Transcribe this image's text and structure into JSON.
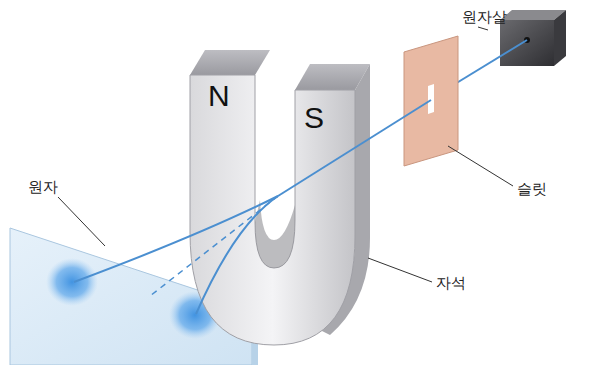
{
  "diagram": {
    "labels": [
      "원자살",
      "N",
      "S",
      "슬릿",
      "원자",
      "자석"
    ]
  }
}
